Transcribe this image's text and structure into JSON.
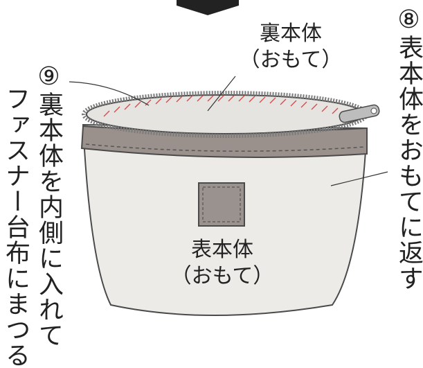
{
  "labels": {
    "step8_number": "⑧",
    "step8_text": "表本体をおもてに返す",
    "step9_number": "⑨",
    "step9_line1": "裏本体を内側に入れて",
    "step9_line2": "ファスナー台布にまつる",
    "lining_name": "裏本体",
    "lining_side": "（おもて）",
    "outer_name": "表本体",
    "outer_side": "（おもて）"
  },
  "colors": {
    "outline": "#4a4a4a",
    "body_fill": "#ecebe8",
    "tape_fill": "#9b918c",
    "patch_fill": "#9a928e",
    "zipper_teeth": "#7a7a7a",
    "lining_fill": "#e6e4e1",
    "stitch_red": "#d84848"
  }
}
